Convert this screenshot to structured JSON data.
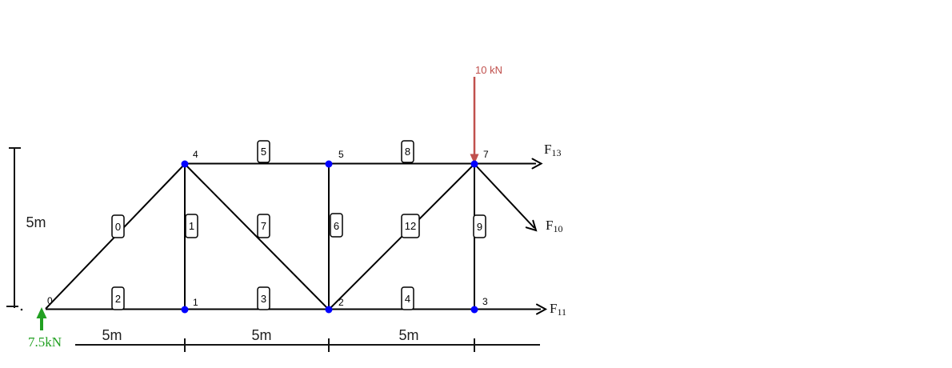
{
  "title": "truss-free-body-diagram",
  "colors": {
    "member": "#000000",
    "node": "#0000ff",
    "load": "#c0504d",
    "reaction": "#22a022"
  },
  "truss": {
    "node_labels": {
      "n0": "0",
      "n1": "1",
      "n2": "2",
      "n3": "3",
      "n4": "4",
      "n5": "5",
      "n7": "7"
    },
    "member_labels": {
      "m0": "0",
      "m1": "1",
      "m2": "2",
      "m3": "3",
      "m4": "4",
      "m5": "5",
      "m6": "6",
      "m7": "7",
      "m8": "8",
      "m9": "9",
      "m12": "12"
    }
  },
  "forces": {
    "load": {
      "label": "10 kN"
    },
    "reaction": {
      "label": "7.5kN"
    },
    "f13": {
      "base": "F",
      "sub": "13"
    },
    "f10": {
      "base": "F",
      "sub": "10"
    },
    "f11": {
      "base": "F",
      "sub": "11"
    }
  },
  "dimensions": {
    "vertical": "5m",
    "horizontal": {
      "d1": "5m",
      "d2": "5m",
      "d3": "5m"
    }
  }
}
